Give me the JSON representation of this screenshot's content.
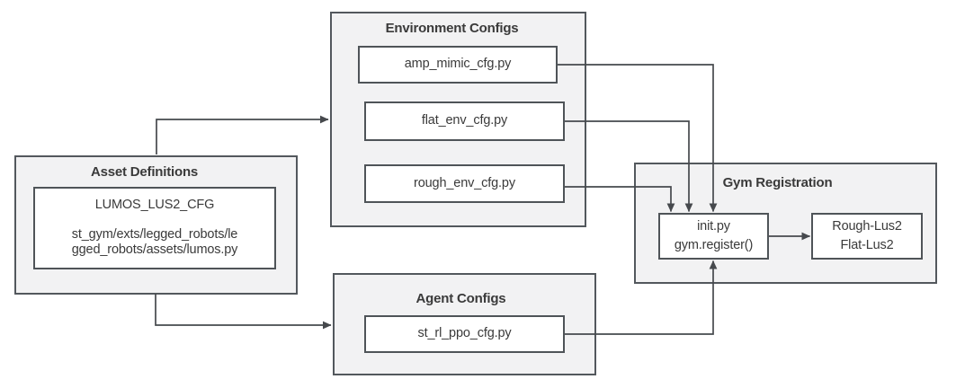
{
  "diagram": {
    "panels": {
      "asset": {
        "title": "Asset Definitions"
      },
      "env": {
        "title": "Environment Configs"
      },
      "agent": {
        "title": "Agent Configs"
      },
      "gym": {
        "title": "Gym Registration"
      }
    },
    "nodes": {
      "lumos": {
        "name": "LUMOS_LUS2_CFG",
        "path": "st_gym/exts/legged_robots/legged_robots/assets/lumos.py",
        "path_wrap": [
          "st_gym/exts/legged_robots/le",
          "gged_robots/assets/lumos.py"
        ]
      },
      "amp_mimic": {
        "label": "amp_mimic_cfg.py"
      },
      "flat_env": {
        "label": "flat_env_cfg.py"
      },
      "rough_env": {
        "label": "rough_env_cfg.py"
      },
      "st_rl_ppo": {
        "label": "st_rl_ppo_cfg.py"
      },
      "init": {
        "line1": "init.py",
        "line2": "gym.register()"
      },
      "tasks": {
        "line1": "Rough-Lus2",
        "line2": "Flat-Lus2"
      }
    },
    "edges": [
      {
        "from": "asset_definitions",
        "to": "environment_configs"
      },
      {
        "from": "asset_definitions",
        "to": "agent_configs"
      },
      {
        "from": "amp_mimic_cfg",
        "to": "init_gym_register"
      },
      {
        "from": "flat_env_cfg",
        "to": "init_gym_register"
      },
      {
        "from": "rough_env_cfg",
        "to": "init_gym_register"
      },
      {
        "from": "st_rl_ppo_cfg",
        "to": "init_gym_register"
      },
      {
        "from": "init_gym_register",
        "to": "registered_tasks"
      }
    ],
    "colors": {
      "background": "#ffffff",
      "panel_fill": "#f2f2f3",
      "panel_border": "#53585d",
      "node_fill": "#ffffff",
      "node_border": "#4f5458",
      "arrow": "#46494d",
      "text": "#3a3a3a"
    }
  }
}
